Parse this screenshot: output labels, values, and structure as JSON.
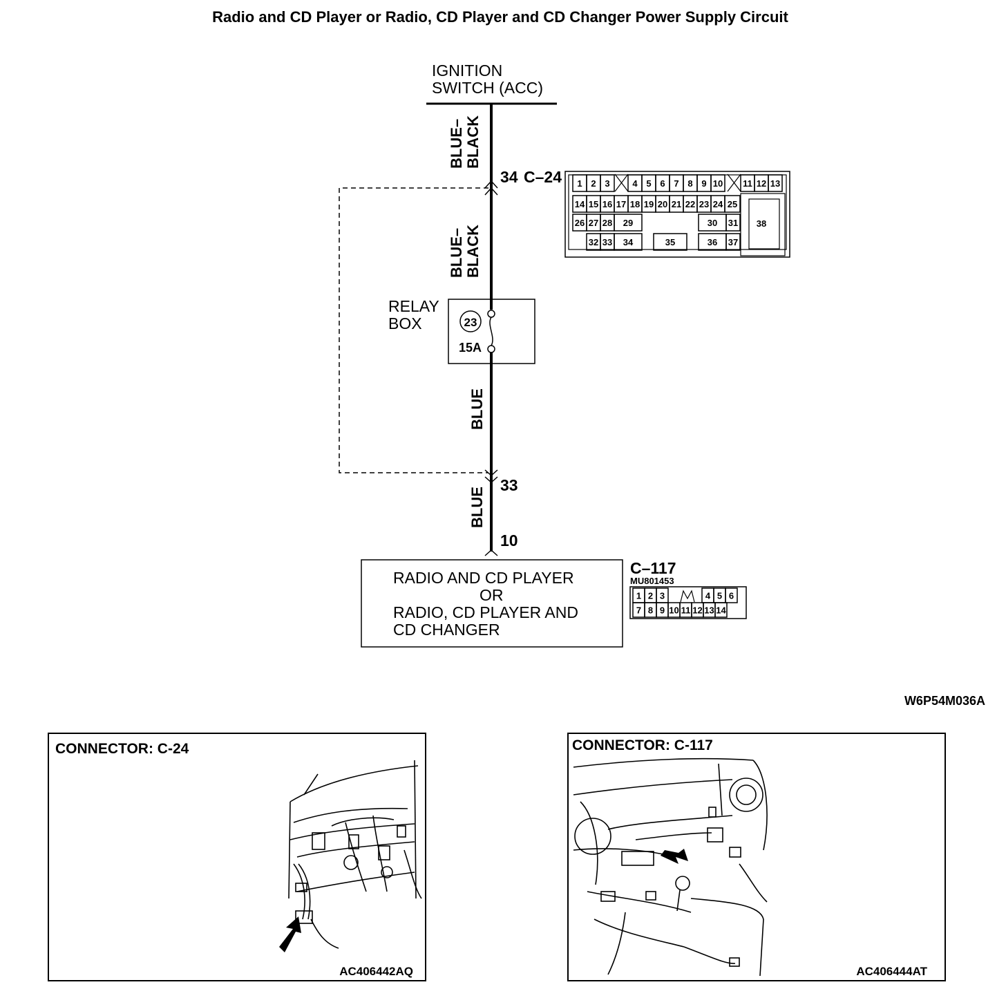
{
  "title": "Radio and CD Player or Radio, CD Player and CD Changer Power Supply Circuit",
  "ignition": {
    "line1": "IGNITION",
    "line2": "SWITCH (ACC)"
  },
  "wires": {
    "top": {
      "line1": "BLUE–",
      "line2": "BLACK"
    },
    "middle": {
      "line1": "BLUE–",
      "line2": "BLACK"
    },
    "lower": "BLUE",
    "bottom": "BLUE"
  },
  "terminals": {
    "c24_pin": "34",
    "c24_id": "C–24",
    "pin33": "33",
    "pin10": "10"
  },
  "relay_box": {
    "line1": "RELAY",
    "line2": "BOX",
    "fuse_no": "23",
    "fuse_rating": "15A"
  },
  "radio_unit": {
    "line1": "RADIO AND CD PLAYER",
    "line2": "OR",
    "line3": "RADIO, CD PLAYER AND",
    "line4": "CD CHANGER"
  },
  "c117": {
    "id": "C–117",
    "part_no": "MU801453"
  },
  "c24_pins": {
    "row1": [
      "1",
      "2",
      "3",
      "4",
      "5",
      "6",
      "7",
      "8",
      "9",
      "10",
      "11",
      "12",
      "13"
    ],
    "row2": [
      "14",
      "15",
      "16",
      "17",
      "18",
      "19",
      "20",
      "21",
      "22",
      "23",
      "24",
      "25"
    ],
    "row3": [
      "26",
      "27",
      "28",
      "29",
      "30",
      "31"
    ],
    "row4": [
      "32",
      "33",
      "34",
      "35",
      "36",
      "37"
    ],
    "big": "38"
  },
  "c117_pins": {
    "row1": [
      "1",
      "2",
      "3",
      "4",
      "5",
      "6"
    ],
    "row2": [
      "7",
      "8",
      "9",
      "10",
      "11",
      "12",
      "13",
      "14"
    ]
  },
  "figure_code": "W6P54M036A",
  "panels": {
    "left": {
      "title": "CONNECTOR: C-24",
      "code": "AC406442AQ"
    },
    "right": {
      "title": "CONNECTOR: C-117",
      "code": "AC406444AT"
    }
  }
}
